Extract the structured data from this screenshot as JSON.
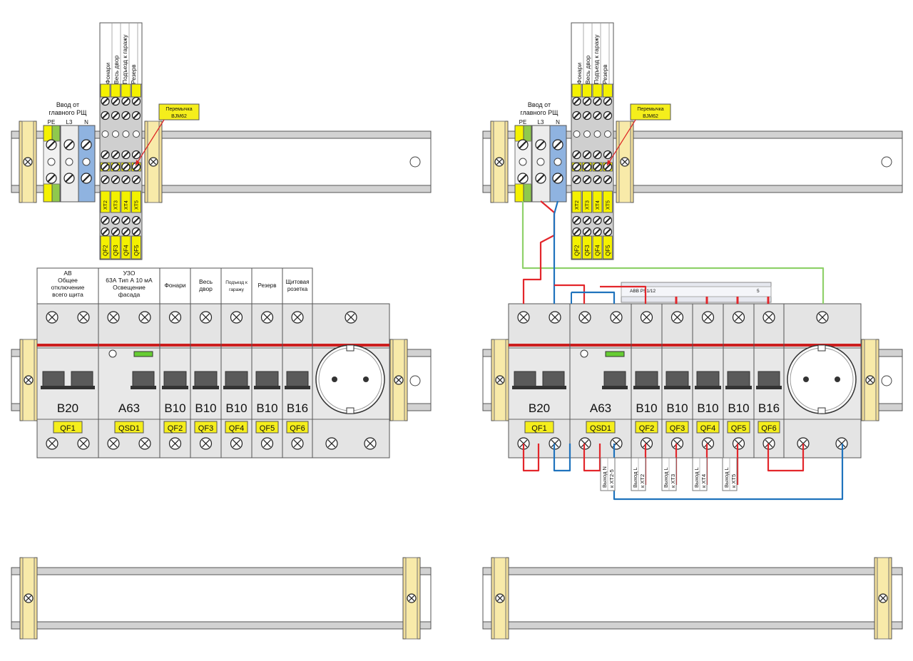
{
  "colors": {
    "rail": "#d2d2d2",
    "rail_dark": "#9a9a9a",
    "stopper": "#f2df9a",
    "terminal_yellow": "#f4f100",
    "terminal_gray": "#c9c9c9",
    "pe_green": "#8fc94d",
    "n_blue": "#8fb3e0",
    "l_white": "#ececec",
    "device_body": "#e4e4e4",
    "device_middle": "#e8e8e8",
    "red_bar": "#cc1e1e",
    "label_yellow": "#f5ee1c",
    "wire_red": "#e3262b",
    "wire_blue": "#1f73bd",
    "wire_green": "#8fd16a",
    "led_green": "#66cc33"
  },
  "input_block": {
    "title_line1": "Ввод от",
    "title_line2": "главного РЩ",
    "pe": "PE",
    "l3": "L3",
    "n": "N"
  },
  "jumper_label_line1": "Перемычка",
  "jumper_label_line2": "BJM62",
  "outgoing_names": [
    "Фонари",
    "Весь двор",
    "Подъезд к гаражу",
    "Резерв"
  ],
  "xt_labels": [
    "XT2",
    "XT3",
    "XT4",
    "XT5"
  ],
  "qf_terminal_labels": [
    "QF2",
    "QF3",
    "QF4",
    "QF5"
  ],
  "devices": [
    {
      "header": [
        "АВ",
        "Общее",
        "отключение",
        "всего щита"
      ],
      "rating": "B20",
      "tag": "QF1"
    },
    {
      "header": [
        "УЗО",
        "63А Тип А 10 мА",
        "Освещение",
        "фасада"
      ],
      "rating": "A63",
      "tag": "QSD1"
    },
    {
      "header": [
        "Фонари"
      ],
      "rating": "B10",
      "tag": "QF2"
    },
    {
      "header": [
        "Весь",
        "двор"
      ],
      "rating": "B10",
      "tag": "QF3"
    },
    {
      "header": [
        "Подъезд к",
        "гаражу"
      ],
      "rating": "B10",
      "tag": "QF4"
    },
    {
      "header": [
        "Резерв"
      ],
      "rating": "B10",
      "tag": "QF5"
    },
    {
      "header": [
        "Щитовая",
        "розетка"
      ],
      "rating": "B16",
      "tag": "QF6"
    }
  ],
  "comb_busbar_label": "ABB PS1/12",
  "comb_busbar_number": "5",
  "bottom_labels": [
    [
      "Выход N",
      "к XT2-5"
    ],
    [
      "Выход L",
      "к XT2"
    ],
    [
      "Выход L",
      "к XT3"
    ],
    [
      "Выход L",
      "к XT4"
    ],
    [
      "Выход L",
      "к XT5"
    ]
  ]
}
